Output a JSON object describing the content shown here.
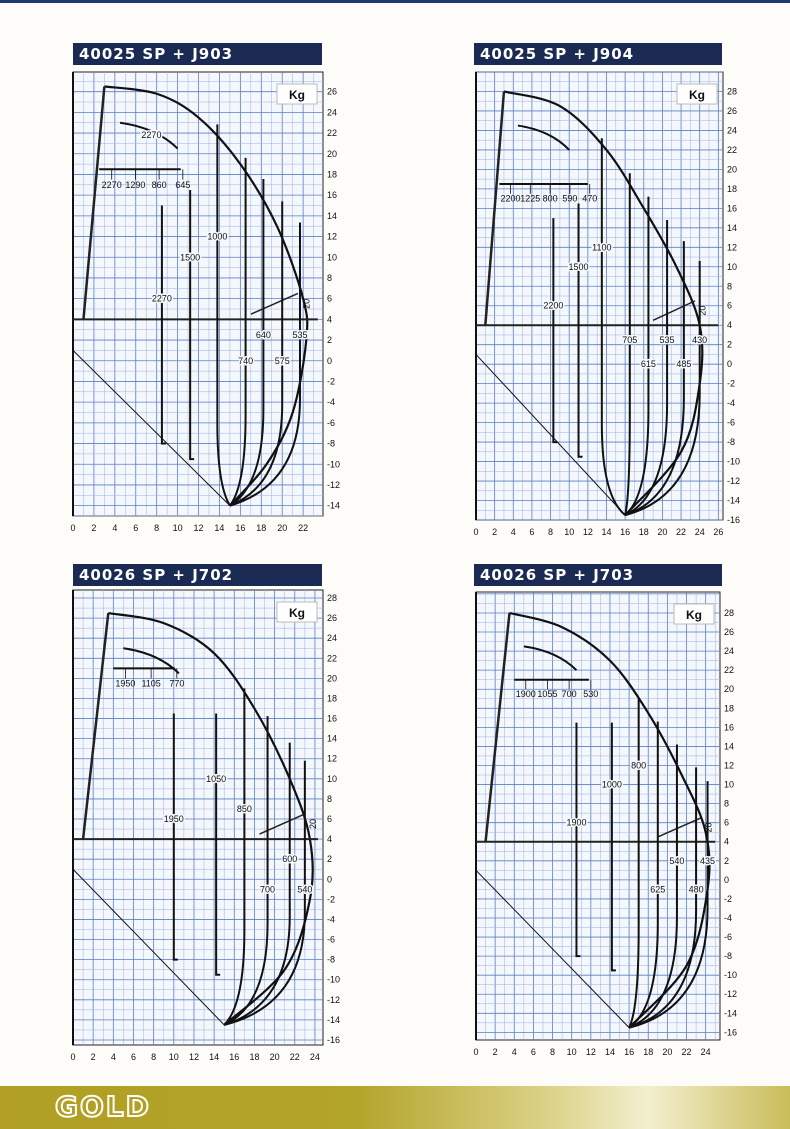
{
  "brand": {
    "logo_text": "GOLD",
    "colors": {
      "title_bar": "#1b2a52",
      "grid": "#5b7fc0",
      "footer": "#b09f22"
    }
  },
  "chart_data": [
    {
      "type": "line",
      "title": "40025 SP + J903",
      "unit": "Kg",
      "xlim": [
        0,
        23.9
      ],
      "ylim": [
        -15,
        27.9
      ],
      "x_ticks": [
        "0",
        "2",
        "4",
        "6",
        "8",
        "10",
        "12",
        "14",
        "16",
        "18",
        "20",
        "22"
      ],
      "y_ticks": [
        "26",
        "24",
        "22",
        "20",
        "18",
        "16",
        "14",
        "12",
        "10",
        "8",
        "6",
        "4",
        "2",
        "0",
        "-2",
        "-4",
        "-6",
        "-8",
        "-10",
        "-12",
        "-14"
      ],
      "grid": true,
      "jib_angle": "20",
      "jib_loads": [
        "2270",
        "1290",
        "860",
        "645"
      ],
      "upper_load": "2270",
      "envelope": [
        [
          3,
          26.5
        ],
        [
          8,
          25.8
        ],
        [
          12,
          23.5
        ],
        [
          16,
          19
        ],
        [
          19.5,
          13
        ],
        [
          22,
          6
        ],
        [
          22.3,
          2
        ],
        [
          21,
          -5
        ],
        [
          18.5,
          -10
        ],
        [
          15,
          -14
        ]
      ],
      "loads": [
        {
          "label": "2270",
          "reach": 8.5
        },
        {
          "label": "1500",
          "reach": 11.2
        },
        {
          "label": "1000",
          "reach": 13.8
        },
        {
          "label": "740",
          "reach": 16.5
        },
        {
          "label": "640",
          "reach": 18.2
        },
        {
          "label": "575",
          "reach": 20
        },
        {
          "label": "535",
          "reach": 21.7
        }
      ]
    },
    {
      "type": "line",
      "title": "40025 SP + J904",
      "unit": "Kg",
      "xlim": [
        0,
        26.5
      ],
      "ylim": [
        -16,
        30
      ],
      "x_ticks": [
        "0",
        "2",
        "4",
        "6",
        "8",
        "10",
        "12",
        "14",
        "16",
        "18",
        "20",
        "22",
        "24",
        "26"
      ],
      "y_ticks": [
        "28",
        "26",
        "24",
        "22",
        "20",
        "18",
        "16",
        "14",
        "12",
        "10",
        "8",
        "6",
        "4",
        "2",
        "0",
        "-2",
        "-4",
        "-6",
        "-8",
        "-10",
        "-12",
        "-14",
        "-16"
      ],
      "grid": true,
      "jib_angle": "20",
      "jib_loads": [
        "2200",
        "1225",
        "800",
        "590",
        "470"
      ],
      "upper_load": "",
      "envelope": [
        [
          3,
          28
        ],
        [
          9,
          26.5
        ],
        [
          14,
          22
        ],
        [
          18,
          16
        ],
        [
          21.5,
          10
        ],
        [
          24,
          4
        ],
        [
          24,
          -2
        ],
        [
          22,
          -9
        ],
        [
          16,
          -15.5
        ]
      ],
      "loads": [
        {
          "label": "2200",
          "reach": 8.3
        },
        {
          "label": "1500",
          "reach": 11
        },
        {
          "label": "1100",
          "reach": 13.5
        },
        {
          "label": "705",
          "reach": 16.5
        },
        {
          "label": "615",
          "reach": 18.5
        },
        {
          "label": "535",
          "reach": 20.5
        },
        {
          "label": "485",
          "reach": 22.3
        },
        {
          "label": "430",
          "reach": 24
        }
      ]
    },
    {
      "type": "line",
      "title": "40026 SP + J702",
      "unit": "Kg",
      "xlim": [
        0,
        24.8
      ],
      "ylim": [
        -16.5,
        28.8
      ],
      "x_ticks": [
        "0",
        "2",
        "4",
        "6",
        "8",
        "10",
        "12",
        "14",
        "16",
        "18",
        "20",
        "22",
        "24"
      ],
      "y_ticks": [
        "28",
        "26",
        "24",
        "22",
        "20",
        "18",
        "16",
        "14",
        "12",
        "10",
        "8",
        "6",
        "4",
        "2",
        "0",
        "-2",
        "-4",
        "-6",
        "-8",
        "-10",
        "-12",
        "-14",
        "-16"
      ],
      "grid": true,
      "jib_angle": "20",
      "jib_loads": [
        "1950",
        "1105",
        "770"
      ],
      "upper_load": "",
      "envelope": [
        [
          3.5,
          26.5
        ],
        [
          9,
          25.5
        ],
        [
          14,
          22.5
        ],
        [
          18,
          17
        ],
        [
          21.5,
          10
        ],
        [
          23.5,
          4
        ],
        [
          23.5,
          -2
        ],
        [
          21,
          -9
        ],
        [
          15,
          -14.5
        ]
      ],
      "loads": [
        {
          "label": "1950",
          "reach": 10
        },
        {
          "label": "1050",
          "reach": 14.2
        },
        {
          "label": "850",
          "reach": 17
        },
        {
          "label": "700",
          "reach": 19.3
        },
        {
          "label": "600",
          "reach": 21.5
        },
        {
          "label": "540",
          "reach": 23
        }
      ]
    },
    {
      "type": "line",
      "title": "40026 SP + J703",
      "unit": "Kg",
      "xlim": [
        0,
        25.5
      ],
      "ylim": [
        -16.8,
        30.2
      ],
      "x_ticks": [
        "0",
        "2",
        "4",
        "6",
        "8",
        "10",
        "12",
        "14",
        "16",
        "18",
        "20",
        "22",
        "24"
      ],
      "y_ticks": [
        "28",
        "26",
        "24",
        "22",
        "20",
        "18",
        "16",
        "14",
        "12",
        "10",
        "8",
        "6",
        "4",
        "2",
        "0",
        "-2",
        "-4",
        "-6",
        "-8",
        "-10",
        "-12",
        "-14",
        "-16"
      ],
      "grid": true,
      "jib_angle": "20",
      "jib_loads": [
        "1900",
        "1055",
        "700",
        "530"
      ],
      "upper_load": "",
      "envelope": [
        [
          3.5,
          28
        ],
        [
          9,
          26.5
        ],
        [
          14,
          23
        ],
        [
          18,
          17.5
        ],
        [
          21.5,
          11
        ],
        [
          24,
          5
        ],
        [
          24.2,
          -1
        ],
        [
          22,
          -9
        ],
        [
          16,
          -15.5
        ]
      ],
      "loads": [
        {
          "label": "1900",
          "reach": 10.5
        },
        {
          "label": "1000",
          "reach": 14.2
        },
        {
          "label": "800",
          "reach": 17
        },
        {
          "label": "625",
          "reach": 19
        },
        {
          "label": "540",
          "reach": 21
        },
        {
          "label": "480",
          "reach": 23
        },
        {
          "label": "435",
          "reach": 24.2
        }
      ]
    }
  ]
}
